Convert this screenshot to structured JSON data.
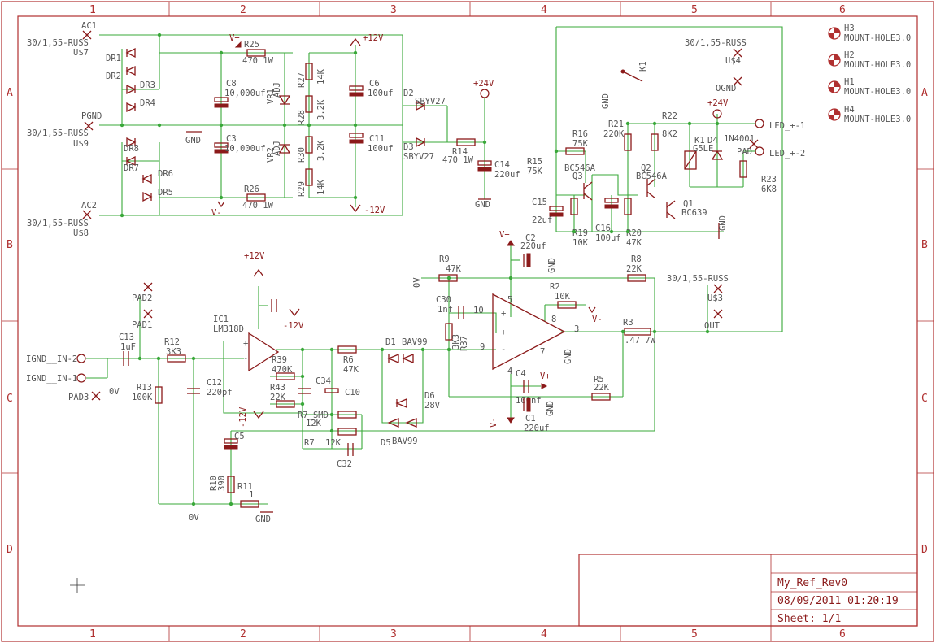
{
  "frame": {
    "columns": [
      "1",
      "2",
      "3",
      "4",
      "5",
      "6"
    ],
    "rows": [
      "A",
      "B",
      "C",
      "D"
    ]
  },
  "title_block": {
    "name": "My_Ref_Rev0",
    "datetime": "08/09/2011 01:20:19",
    "sheet": "Sheet: 1/1"
  },
  "connectors": [
    {
      "ref": "AC1",
      "part": "30/1,55-RUSS",
      "inst": "U$7"
    },
    {
      "ref": "PGND",
      "part": "30/1,55-RUSS",
      "inst": "U$9"
    },
    {
      "ref": "AC2",
      "part": "30/1,55-RUSS",
      "inst": "U$8"
    },
    {
      "ref": "OGND",
      "part": "30/1,55-RUSS",
      "inst": "U$4"
    },
    {
      "ref": "OUT",
      "part": "30/1,55-RUSS",
      "inst": "U$3"
    }
  ],
  "mount_holes": [
    {
      "ref": "H3",
      "value": "MOUNT-HOLE3.0"
    },
    {
      "ref": "H2",
      "value": "MOUNT-HOLE3.0"
    },
    {
      "ref": "H1",
      "value": "MOUNT-HOLE3.0"
    },
    {
      "ref": "H4",
      "value": "MOUNT-HOLE3.0"
    }
  ],
  "power_labels": {
    "vplus": "V+",
    "vminus": "V-",
    "p12": "+12V",
    "m12": "-12V",
    "p24": "+24V",
    "gnd": "GND",
    "zero": "0V"
  },
  "rectifier": {
    "diodes": [
      "DR1",
      "DR2",
      "DR3",
      "DR4",
      "DR8",
      "DR7",
      "DR6",
      "DR5"
    ],
    "r25": {
      "ref": "R25",
      "value": "470 1W"
    },
    "r26": {
      "ref": "R26",
      "value": "470 1W"
    },
    "c8": {
      "ref": "C8",
      "value": "10,000uf"
    },
    "c3": {
      "ref": "C3",
      "value": "10,000uf"
    },
    "vr1": {
      "ref": "VR1",
      "value": "ADJ"
    },
    "vr2": {
      "ref": "VR2",
      "value": "ADJ"
    },
    "r27": {
      "ref": "R27",
      "value": "14K"
    },
    "r28": {
      "ref": "R28",
      "value": "3.2K"
    },
    "r30": {
      "ref": "R30",
      "value": "3.2K"
    },
    "r29": {
      "ref": "R29",
      "value": "14K"
    },
    "c6": {
      "ref": "C6",
      "value": "100uf"
    },
    "c11": {
      "ref": "C11",
      "value": "100uf"
    },
    "d2": {
      "ref": "D2",
      "value": "SBYV27"
    },
    "d3": {
      "ref": "D3",
      "value": "SBYV27"
    },
    "r14": {
      "ref": "R14",
      "value": "470 1W"
    },
    "c14": {
      "ref": "C14",
      "value": "220uf"
    }
  },
  "relay_driver": {
    "k1_switch": "K1",
    "r16": {
      "ref": "R16",
      "value": "75K"
    },
    "r15": {
      "ref": "R15",
      "value": "75K"
    },
    "q3": {
      "ref": "Q3",
      "value": "BC546A"
    },
    "c15": {
      "ref": "C15",
      "value": "22uf"
    },
    "r19": {
      "ref": "R19",
      "value": "10K"
    },
    "c16": {
      "ref": "C16",
      "value": "100uf"
    },
    "r21": {
      "ref": "R21",
      "value": "220K"
    },
    "r20": {
      "ref": "R20",
      "value": "47K"
    },
    "q2": {
      "ref": "Q2",
      "value": "BC546A"
    },
    "r22": {
      "ref": "R22",
      "value": "8K2"
    },
    "q1": {
      "ref": "Q1",
      "value": "BC639"
    },
    "k1_coil": {
      "ref": "K1",
      "value": "G5LE"
    },
    "d4": {
      "ref": "D4",
      "value": "1N4001"
    },
    "r23": {
      "ref": "R23",
      "value": "6K8"
    },
    "led_p": "LED_+-1",
    "led_m": "LED_+-2",
    "pad_led": "PAD"
  },
  "input_stage": {
    "in2": "IGND__IN-2",
    "in1": "IGND__IN-1",
    "pad1": "PAD1",
    "pad2": "PAD2",
    "pad3": "PAD3",
    "c13": {
      "ref": "C13",
      "value": "1uF"
    },
    "r12": {
      "ref": "R12",
      "value": "3K3"
    },
    "r13": {
      "ref": "R13",
      "value": "100K"
    },
    "c12": {
      "ref": "C12",
      "value": "220pf"
    },
    "ic1": {
      "ref": "IC1",
      "value": "LM318D"
    },
    "r39": {
      "ref": "R39",
      "value": "470K"
    },
    "r43": {
      "ref": "R43",
      "value": "22K"
    },
    "c34": {
      "ref": "C34"
    },
    "c10": {
      "ref": "C10"
    },
    "r7smd": {
      "ref": "R7_SMD",
      "value": "12K"
    },
    "r7": {
      "ref": "R7",
      "value": "12K"
    },
    "c32": {
      "ref": "C32"
    },
    "c5": {
      "ref": "C5"
    },
    "r10": {
      "ref": "R10",
      "value": "390"
    },
    "r11": {
      "ref": "R11",
      "value": "1"
    },
    "r6": {
      "ref": "R6",
      "value": "47K"
    },
    "d1": {
      "ref": "D1",
      "value": "BAV99"
    },
    "d5": {
      "ref": "D5",
      "value": "BAV99"
    },
    "d6": {
      "ref": "D6",
      "value": "28V"
    }
  },
  "output_stage": {
    "r9": {
      "ref": "R9",
      "value": "47K"
    },
    "c2": {
      "ref": "C2",
      "value": "220uf"
    },
    "c30": {
      "ref": "C30",
      "value": "1nf"
    },
    "r37": {
      "ref": "R37",
      "value": "3K3"
    },
    "r2": {
      "ref": "R2",
      "value": "10K"
    },
    "r8": {
      "ref": "R8",
      "value": "22K"
    },
    "r3": {
      "ref": "R3",
      "value": ".47 7W"
    },
    "c4": {
      "ref": "C4",
      "value": "100nf"
    },
    "c1": {
      "ref": "C1",
      "value": "220uf"
    },
    "r5": {
      "ref": "R5",
      "value": "22K"
    }
  }
}
